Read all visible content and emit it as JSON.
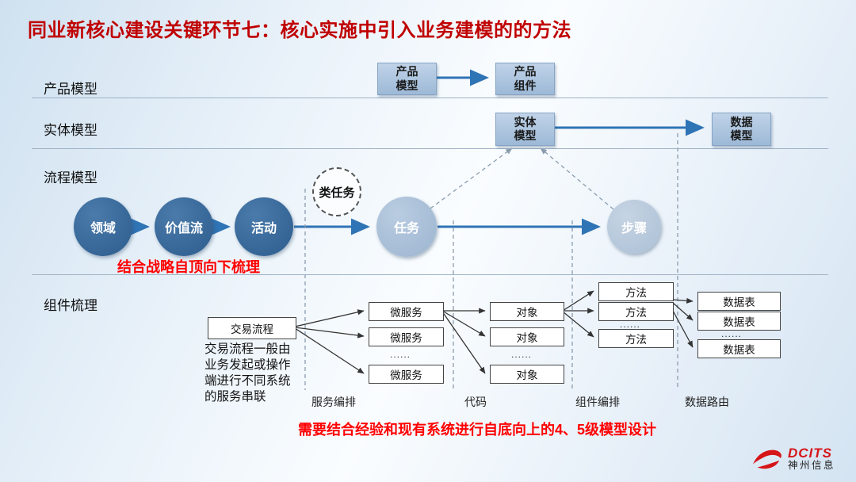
{
  "slide": {
    "title": "同业新核心建设关键环节七：核心实施中引入业务建模的的方法"
  },
  "row_labels": {
    "product": "产品模型",
    "entity": "实体模型",
    "process": "流程模型",
    "component": "组件梳理"
  },
  "product_row": {
    "product_model": {
      "line1": "产品",
      "line2": "模型"
    },
    "product_component": {
      "line1": "产品",
      "line2": "组件"
    }
  },
  "entity_row": {
    "entity_model": {
      "line1": "实体",
      "line2": "模型"
    },
    "data_model": {
      "line1": "数据",
      "line2": "模型"
    }
  },
  "process_row": {
    "domain": "领域",
    "value_stream": "价值流",
    "activity": "活动",
    "task_class": "类任务",
    "task": "任务",
    "step": "步骤",
    "strategy_note": "结合战略自顶向下梳理"
  },
  "component_row": {
    "transaction_flow": "交易流程",
    "transaction_note_lines": [
      "交易流程一般由",
      "业务发起或操作",
      "端进行不同系统",
      "的服务串联"
    ],
    "microservices": [
      "微服务",
      "微服务",
      "微服务"
    ],
    "objects": [
      "对象",
      "对象",
      "对象"
    ],
    "methods": [
      "方法",
      "方法",
      "方法"
    ],
    "data_tables": [
      "数据表",
      "数据表",
      "数据表"
    ],
    "ellipsis": "......",
    "labels": {
      "service_orchestration": "服务编排",
      "code": "代码",
      "component_orchestration": "组件编排",
      "data_routing": "数据路由"
    },
    "bottom_note": "需要结合经验和现有系统进行自底向上的4、5级模型设计"
  },
  "logo": {
    "brand": "DCITS",
    "company": "神州信息"
  },
  "colors": {
    "title_red": "#c00000",
    "note_red": "#ff0000",
    "box_blue": "#a9c2dc",
    "circle_dark": "#2d5c8d",
    "circle_light": "#9cb5d0",
    "arrow_blue": "#2f74b5"
  }
}
